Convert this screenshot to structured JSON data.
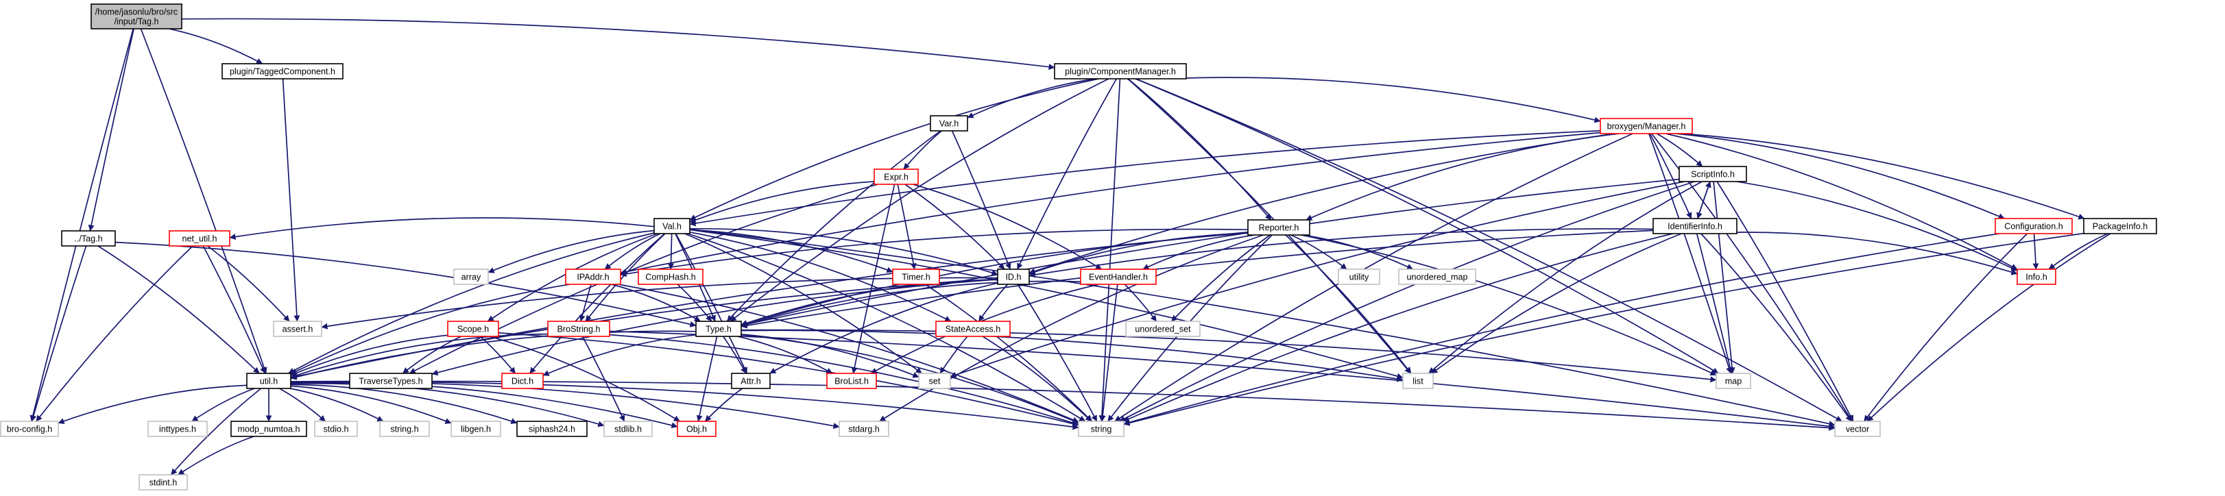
{
  "colors": {
    "edge": "#191970",
    "edge_dim": "#646496",
    "border_default": "#000000",
    "border_linked": "#ff0000",
    "border_external": "#bfbfbf",
    "root_fill": "#bfbfbf",
    "label": "#000000"
  },
  "nodes": [
    {
      "id": "tag_full",
      "label": [
        "/home/jasonlu/bro/src",
        "/input/Tag.h"
      ],
      "kind": "root"
    },
    {
      "id": "tagged_comp",
      "label": [
        "plugin/TaggedComponent.h"
      ],
      "kind": "default"
    },
    {
      "id": "comp_mgr",
      "label": [
        "plugin/ComponentManager.h"
      ],
      "kind": "default"
    },
    {
      "id": "var_h",
      "label": [
        "Var.h"
      ],
      "kind": "default"
    },
    {
      "id": "broxygen_mgr",
      "label": [
        "broxygen/Manager.h"
      ],
      "kind": "linked"
    },
    {
      "id": "expr_h",
      "label": [
        "Expr.h"
      ],
      "kind": "linked"
    },
    {
      "id": "val_h",
      "label": [
        "Val.h"
      ],
      "kind": "default"
    },
    {
      "id": "scriptinfo_h",
      "label": [
        "ScriptInfo.h"
      ],
      "kind": "default"
    },
    {
      "id": "reporter_h",
      "label": [
        "Reporter.h"
      ],
      "kind": "default"
    },
    {
      "id": "configuration_h",
      "label": [
        "Configuration.h"
      ],
      "kind": "linked"
    },
    {
      "id": "packageinfo_h",
      "label": [
        "PackageInfo.h"
      ],
      "kind": "default"
    },
    {
      "id": "identifierinfo_h",
      "label": [
        "IdentifierInfo.h"
      ],
      "kind": "default"
    },
    {
      "id": "dotdot_tag",
      "label": [
        "../Tag.h"
      ],
      "kind": "default"
    },
    {
      "id": "net_util_h",
      "label": [
        "net_util.h"
      ],
      "kind": "linked"
    },
    {
      "id": "array",
      "label": [
        "array"
      ],
      "kind": "external"
    },
    {
      "id": "ipaddr_h",
      "label": [
        "IPAddr.h"
      ],
      "kind": "linked"
    },
    {
      "id": "comphash_h",
      "label": [
        "CompHash.h"
      ],
      "kind": "linked"
    },
    {
      "id": "timer_h",
      "label": [
        "Timer.h"
      ],
      "kind": "linked"
    },
    {
      "id": "id_h",
      "label": [
        "ID.h"
      ],
      "kind": "default"
    },
    {
      "id": "eventhandler_h",
      "label": [
        "EventHandler.h"
      ],
      "kind": "linked"
    },
    {
      "id": "utility",
      "label": [
        "utility"
      ],
      "kind": "external"
    },
    {
      "id": "unordered_map",
      "label": [
        "unordered_map"
      ],
      "kind": "external"
    },
    {
      "id": "info_h",
      "label": [
        "Info.h"
      ],
      "kind": "linked"
    },
    {
      "id": "assert_h",
      "label": [
        "assert.h"
      ],
      "kind": "external"
    },
    {
      "id": "type_h",
      "label": [
        "Type.h"
      ],
      "kind": "default"
    },
    {
      "id": "unordered_set",
      "label": [
        "unordered_set"
      ],
      "kind": "external"
    },
    {
      "id": "scope_h",
      "label": [
        "Scope.h"
      ],
      "kind": "linked"
    },
    {
      "id": "brostring_h",
      "label": [
        "BroString.h"
      ],
      "kind": "linked"
    },
    {
      "id": "stateaccess_h",
      "label": [
        "StateAccess.h"
      ],
      "kind": "linked"
    },
    {
      "id": "util_h",
      "label": [
        "util.h"
      ],
      "kind": "default"
    },
    {
      "id": "traversetypes_h",
      "label": [
        "TraverseTypes.h"
      ],
      "kind": "default"
    },
    {
      "id": "dict_h",
      "label": [
        "Dict.h"
      ],
      "kind": "linked"
    },
    {
      "id": "attr_h",
      "label": [
        "Attr.h"
      ],
      "kind": "default"
    },
    {
      "id": "brolist_h",
      "label": [
        "BroList.h"
      ],
      "kind": "linked"
    },
    {
      "id": "set",
      "label": [
        "set"
      ],
      "kind": "external"
    },
    {
      "id": "list",
      "label": [
        "list"
      ],
      "kind": "external"
    },
    {
      "id": "map",
      "label": [
        "map"
      ],
      "kind": "external"
    },
    {
      "id": "bro_config_h",
      "label": [
        "bro-config.h"
      ],
      "kind": "external"
    },
    {
      "id": "inttypes_h",
      "label": [
        "inttypes.h"
      ],
      "kind": "external"
    },
    {
      "id": "modp_numtoa_h",
      "label": [
        "modp_numtoa.h"
      ],
      "kind": "default"
    },
    {
      "id": "stdio_h",
      "label": [
        "stdio.h"
      ],
      "kind": "external"
    },
    {
      "id": "string_h",
      "label": [
        "string.h"
      ],
      "kind": "external"
    },
    {
      "id": "libgen_h",
      "label": [
        "libgen.h"
      ],
      "kind": "external"
    },
    {
      "id": "siphash24_h",
      "label": [
        "siphash24.h"
      ],
      "kind": "default"
    },
    {
      "id": "stdlib_h",
      "label": [
        "stdlib.h"
      ],
      "kind": "external"
    },
    {
      "id": "obj_h",
      "label": [
        "Obj.h"
      ],
      "kind": "linked"
    },
    {
      "id": "stdarg_h",
      "label": [
        "stdarg.h"
      ],
      "kind": "external"
    },
    {
      "id": "string",
      "label": [
        "string"
      ],
      "kind": "external"
    },
    {
      "id": "vector",
      "label": [
        "vector"
      ],
      "kind": "external"
    },
    {
      "id": "stdint_h",
      "label": [
        "stdint.h"
      ],
      "kind": "external"
    }
  ],
  "edges": [
    [
      "tag_full",
      "tagged_comp"
    ],
    [
      "tag_full",
      "comp_mgr"
    ],
    [
      "tag_full",
      "dotdot_tag"
    ],
    [
      "tag_full",
      "bro_config_h"
    ],
    [
      "tag_full",
      "util_h"
    ],
    [
      "tagged_comp",
      "assert_h"
    ],
    [
      "comp_mgr",
      "var_h"
    ],
    [
      "comp_mgr",
      "broxygen_mgr"
    ],
    [
      "comp_mgr",
      "val_h"
    ],
    [
      "comp_mgr",
      "reporter_h"
    ],
    [
      "comp_mgr",
      "id_h"
    ],
    [
      "comp_mgr",
      "type_h"
    ],
    [
      "comp_mgr",
      "string"
    ],
    [
      "comp_mgr",
      "list"
    ],
    [
      "comp_mgr",
      "vector"
    ],
    [
      "comp_mgr",
      "map"
    ],
    [
      "var_h",
      "expr_h"
    ],
    [
      "var_h",
      "id_h"
    ],
    [
      "var_h",
      "type_h"
    ],
    [
      "expr_h",
      "val_h"
    ],
    [
      "expr_h",
      "id_h"
    ],
    [
      "expr_h",
      "timer_h"
    ],
    [
      "expr_h",
      "eventhandler_h"
    ],
    [
      "expr_h",
      "brolist_h"
    ],
    [
      "expr_h",
      "traversetypes_h"
    ],
    [
      "broxygen_mgr",
      "scriptinfo_h"
    ],
    [
      "broxygen_mgr",
      "identifierinfo_h"
    ],
    [
      "broxygen_mgr",
      "configuration_h"
    ],
    [
      "broxygen_mgr",
      "packageinfo_h"
    ],
    [
      "broxygen_mgr",
      "info_h"
    ],
    [
      "broxygen_mgr",
      "reporter_h"
    ],
    [
      "broxygen_mgr",
      "id_h"
    ],
    [
      "broxygen_mgr",
      "val_h"
    ],
    [
      "broxygen_mgr",
      "string"
    ],
    [
      "broxygen_mgr",
      "vector"
    ],
    [
      "broxygen_mgr",
      "map"
    ],
    [
      "broxygen_mgr",
      "ipaddr_h"
    ],
    [
      "val_h",
      "net_util_h"
    ],
    [
      "val_h",
      "array"
    ],
    [
      "val_h",
      "ipaddr_h"
    ],
    [
      "val_h",
      "comphash_h"
    ],
    [
      "val_h",
      "timer_h"
    ],
    [
      "val_h",
      "id_h"
    ],
    [
      "val_h",
      "type_h"
    ],
    [
      "val_h",
      "scope_h"
    ],
    [
      "val_h",
      "brostring_h"
    ],
    [
      "val_h",
      "stateaccess_h"
    ],
    [
      "val_h",
      "dict_h"
    ],
    [
      "val_h",
      "attr_h"
    ],
    [
      "val_h",
      "util_h"
    ],
    [
      "val_h",
      "list"
    ],
    [
      "val_h",
      "string"
    ],
    [
      "val_h",
      "vector"
    ],
    [
      "val_h",
      "set"
    ],
    [
      "scriptinfo_h",
      "identifierinfo_h"
    ],
    [
      "scriptinfo_h",
      "info_h"
    ],
    [
      "scriptinfo_h",
      "list"
    ],
    [
      "scriptinfo_h",
      "string"
    ],
    [
      "scriptinfo_h",
      "vector"
    ],
    [
      "scriptinfo_h",
      "map"
    ],
    [
      "scriptinfo_h",
      "set"
    ],
    [
      "scriptinfo_h",
      "type_h"
    ],
    [
      "identifierinfo_h",
      "scriptinfo_h"
    ],
    [
      "identifierinfo_h",
      "info_h"
    ],
    [
      "identifierinfo_h",
      "id_h"
    ],
    [
      "identifierinfo_h",
      "list"
    ],
    [
      "identifierinfo_h",
      "map"
    ],
    [
      "identifierinfo_h",
      "string"
    ],
    [
      "identifierinfo_h",
      "vector"
    ],
    [
      "identifierinfo_h",
      "type_h"
    ],
    [
      "configuration_h",
      "info_h"
    ],
    [
      "configuration_h",
      "string"
    ],
    [
      "configuration_h",
      "vector"
    ],
    [
      "packageinfo_h",
      "info_h"
    ],
    [
      "packageinfo_h",
      "string"
    ],
    [
      "packageinfo_h",
      "vector"
    ],
    [
      "reporter_h",
      "ipaddr_h"
    ],
    [
      "reporter_h",
      "utility"
    ],
    [
      "reporter_h",
      "unordered_map"
    ],
    [
      "reporter_h",
      "eventhandler_h"
    ],
    [
      "reporter_h",
      "unordered_set"
    ],
    [
      "reporter_h",
      "id_h"
    ],
    [
      "reporter_h",
      "type_h"
    ],
    [
      "reporter_h",
      "list"
    ],
    [
      "reporter_h",
      "map"
    ],
    [
      "reporter_h",
      "string"
    ],
    [
      "reporter_h",
      "stdarg_h"
    ],
    [
      "reporter_h",
      "util_h"
    ],
    [
      "dotdot_tag",
      "type_h"
    ],
    [
      "dotdot_tag",
      "util_h"
    ],
    [
      "dotdot_tag",
      "bro_config_h"
    ],
    [
      "net_util_h",
      "util_h"
    ],
    [
      "net_util_h",
      "assert_h"
    ],
    [
      "net_util_h",
      "bro_config_h"
    ],
    [
      "ipaddr_h",
      "brostring_h"
    ],
    [
      "ipaddr_h",
      "util_h"
    ],
    [
      "ipaddr_h",
      "string"
    ],
    [
      "ipaddr_h",
      "type_h"
    ],
    [
      "comphash_h",
      "type_h"
    ],
    [
      "timer_h",
      "string"
    ],
    [
      "id_h",
      "type_h"
    ],
    [
      "id_h",
      "attr_h"
    ],
    [
      "id_h",
      "stateaccess_h"
    ],
    [
      "id_h",
      "string"
    ],
    [
      "id_h",
      "traversetypes_h"
    ],
    [
      "id_h",
      "util_h"
    ],
    [
      "id_h",
      "assert_h"
    ],
    [
      "eventhandler_h",
      "unordered_set"
    ],
    [
      "eventhandler_h",
      "string"
    ],
    [
      "eventhandler_h",
      "type_h"
    ],
    [
      "eventhandler_h",
      "brolist_h"
    ],
    [
      "type_h",
      "attr_h"
    ],
    [
      "type_h",
      "brolist_h"
    ],
    [
      "type_h",
      "dict_h"
    ],
    [
      "type_h",
      "obj_h"
    ],
    [
      "type_h",
      "set"
    ],
    [
      "type_h",
      "string"
    ],
    [
      "type_h",
      "list"
    ],
    [
      "type_h",
      "map"
    ],
    [
      "type_h",
      "util_h"
    ],
    [
      "scope_h",
      "dict_h"
    ],
    [
      "scope_h",
      "traversetypes_h"
    ],
    [
      "scope_h",
      "obj_h"
    ],
    [
      "scope_h",
      "string"
    ],
    [
      "scope_h",
      "util_h"
    ],
    [
      "brostring_h",
      "util_h"
    ],
    [
      "brostring_h",
      "stdlib_h"
    ],
    [
      "brostring_h",
      "string"
    ],
    [
      "brostring_h",
      "vector"
    ],
    [
      "stateaccess_h",
      "set"
    ],
    [
      "stateaccess_h",
      "string"
    ],
    [
      "attr_h",
      "obj_h"
    ],
    [
      "util_h",
      "bro_config_h"
    ],
    [
      "util_h",
      "inttypes_h"
    ],
    [
      "util_h",
      "modp_numtoa_h"
    ],
    [
      "util_h",
      "stdio_h"
    ],
    [
      "util_h",
      "string_h"
    ],
    [
      "util_h",
      "libgen_h"
    ],
    [
      "util_h",
      "siphash24_h"
    ],
    [
      "util_h",
      "stdlib_h"
    ],
    [
      "util_h",
      "obj_h"
    ],
    [
      "util_h",
      "stdarg_h"
    ],
    [
      "util_h",
      "string"
    ],
    [
      "util_h",
      "vector"
    ],
    [
      "util_h",
      "stdint_h"
    ],
    [
      "modp_numtoa_h",
      "stdint_h"
    ]
  ]
}
